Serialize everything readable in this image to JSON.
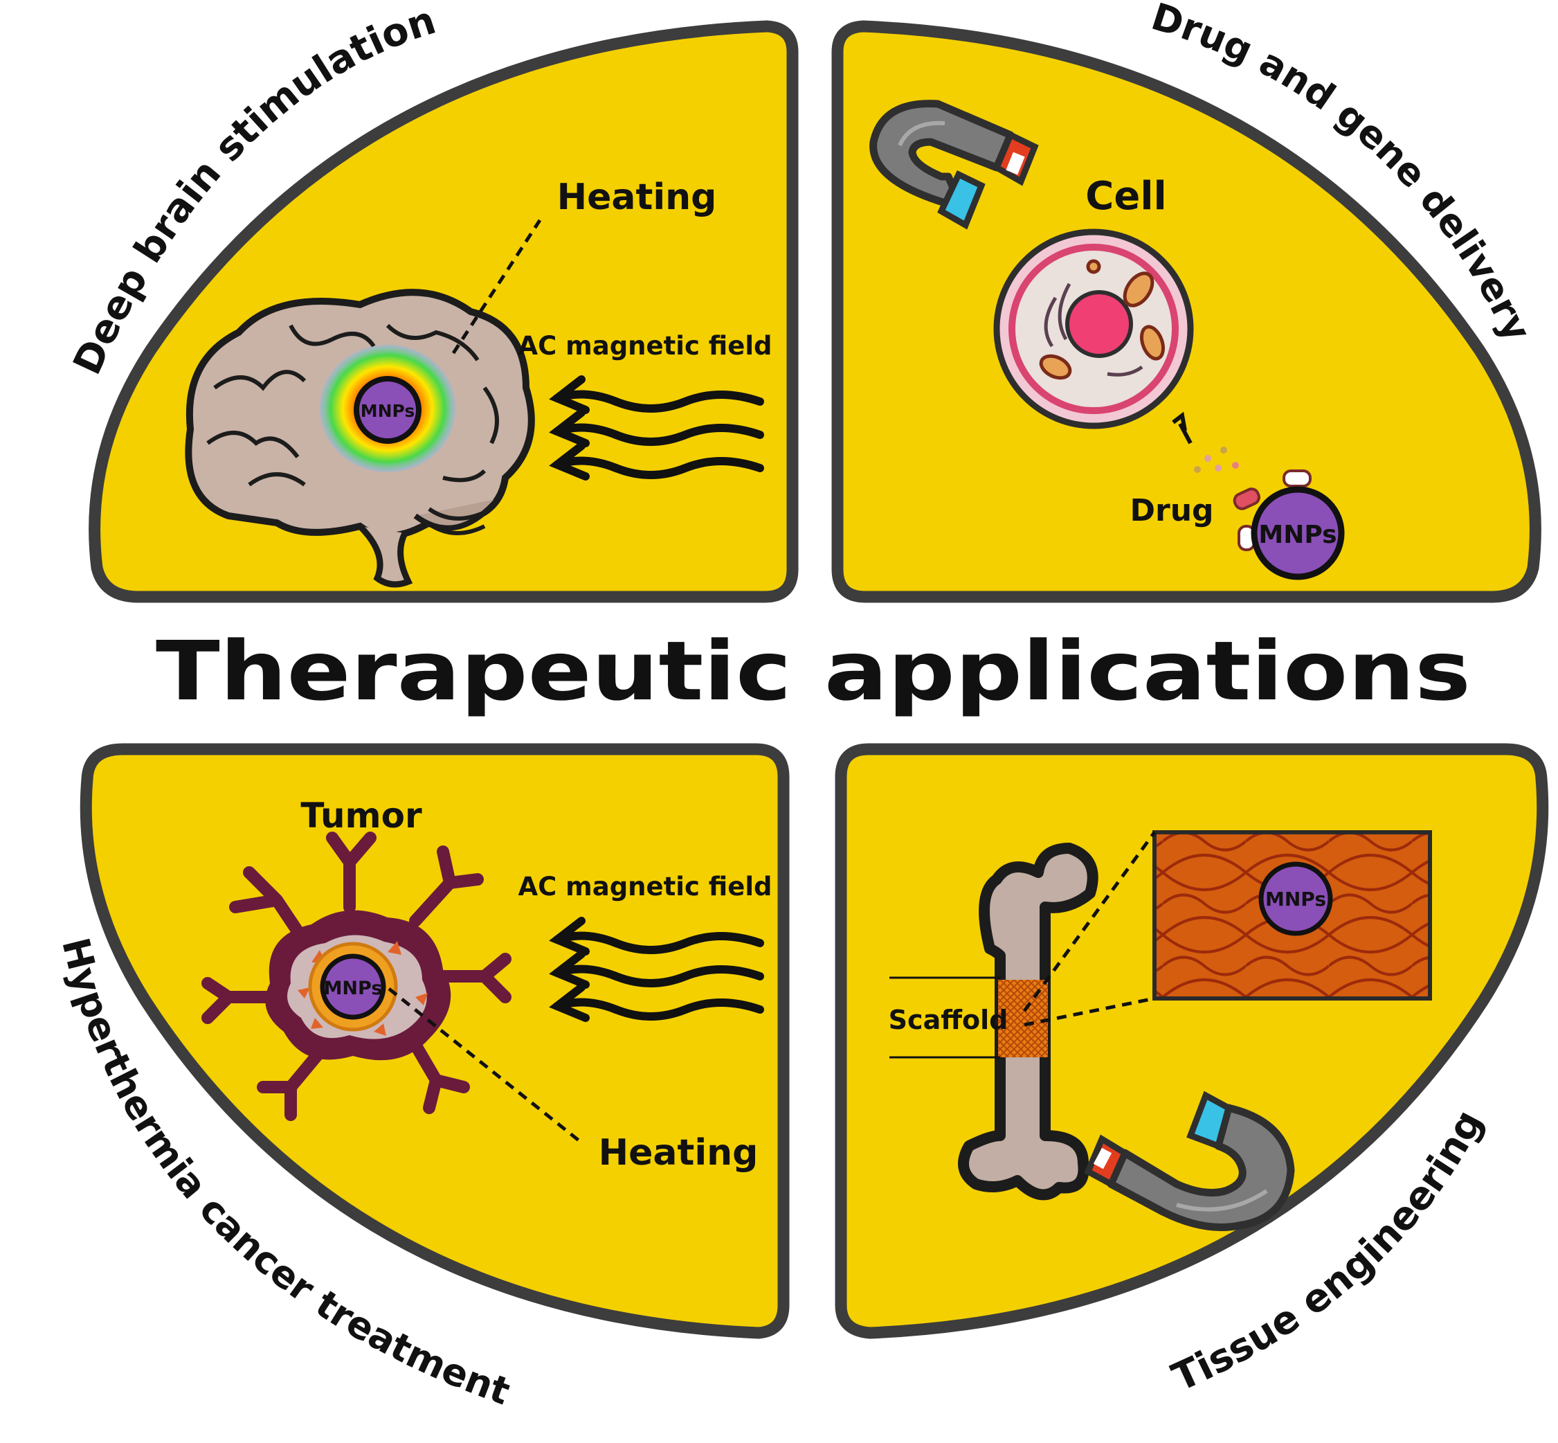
{
  "title": "Therapeutic applications",
  "colors": {
    "panel": "#f4d000",
    "outline": "#3d3d3d",
    "mnp": "#8b4fb8",
    "ink": "#111111"
  },
  "quadrants": {
    "dbs": {
      "label": "Deep brain stimulation",
      "heating": "Heating",
      "field": "AC magnetic field",
      "mnp": "MNPs"
    },
    "drug": {
      "label": "Drug and gene delivery",
      "cell": "Cell",
      "drug": "Drug",
      "mnp": "MNPs"
    },
    "hyper": {
      "label": "Hyperthermia cancer treatment",
      "tumor": "Tumor",
      "field": "AC magnetic field",
      "heating": "Heating",
      "mnp": "MNPs"
    },
    "tissue": {
      "label": "Tissue engineering",
      "scaffold": "Scaffold",
      "mnp": "MNPs"
    }
  }
}
